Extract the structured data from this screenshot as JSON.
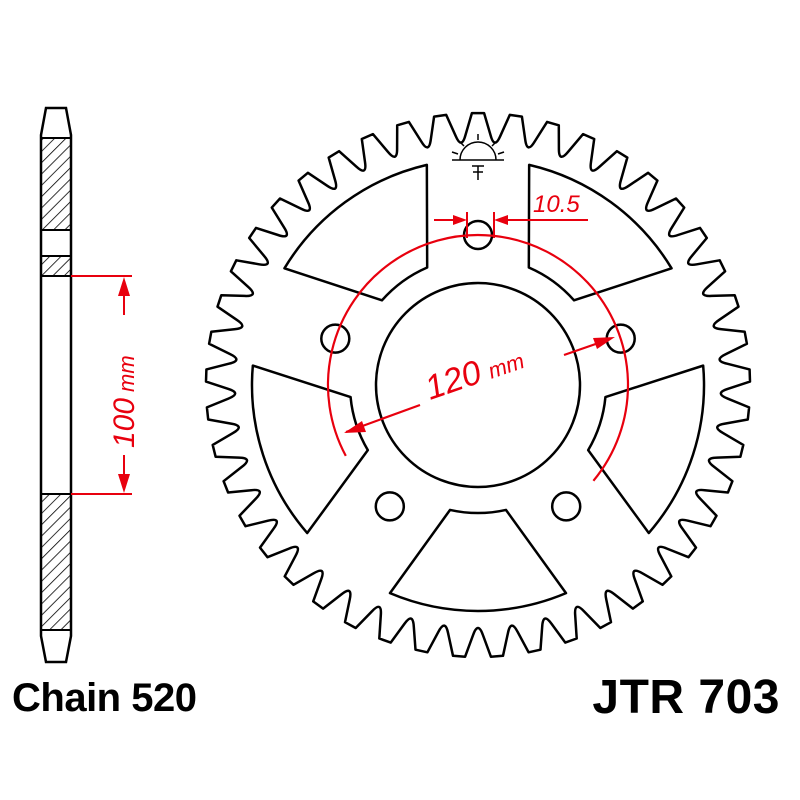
{
  "chain_label": "Chain 520",
  "part_number": "JTR 703",
  "dimensions": {
    "pcd_value": "120",
    "pcd_unit": "mm",
    "hole_diameter": "10.5",
    "center_bore_value": "100",
    "center_bore_unit": "mm"
  },
  "sprocket": {
    "teeth": 45,
    "bolt_holes": 5,
    "lightening_windows": 5
  },
  "colors": {
    "outline": "#000000",
    "dimension": "#e8000e",
    "background": "#ffffff"
  },
  "icons": {
    "logo": "sun-logo-icon"
  }
}
